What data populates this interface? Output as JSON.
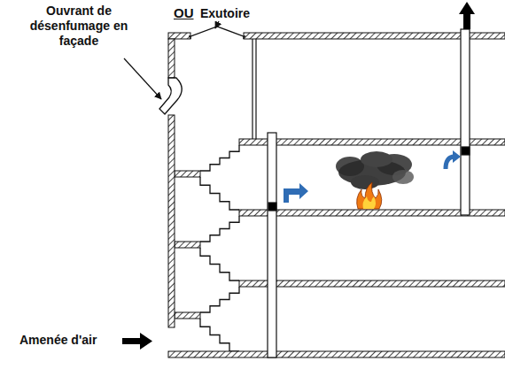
{
  "diagram": {
    "labels": [
      "Ouvrant de désenfumage en façade",
      "OU",
      "Exutoire",
      "Amenée d'air"
    ]
  }
}
